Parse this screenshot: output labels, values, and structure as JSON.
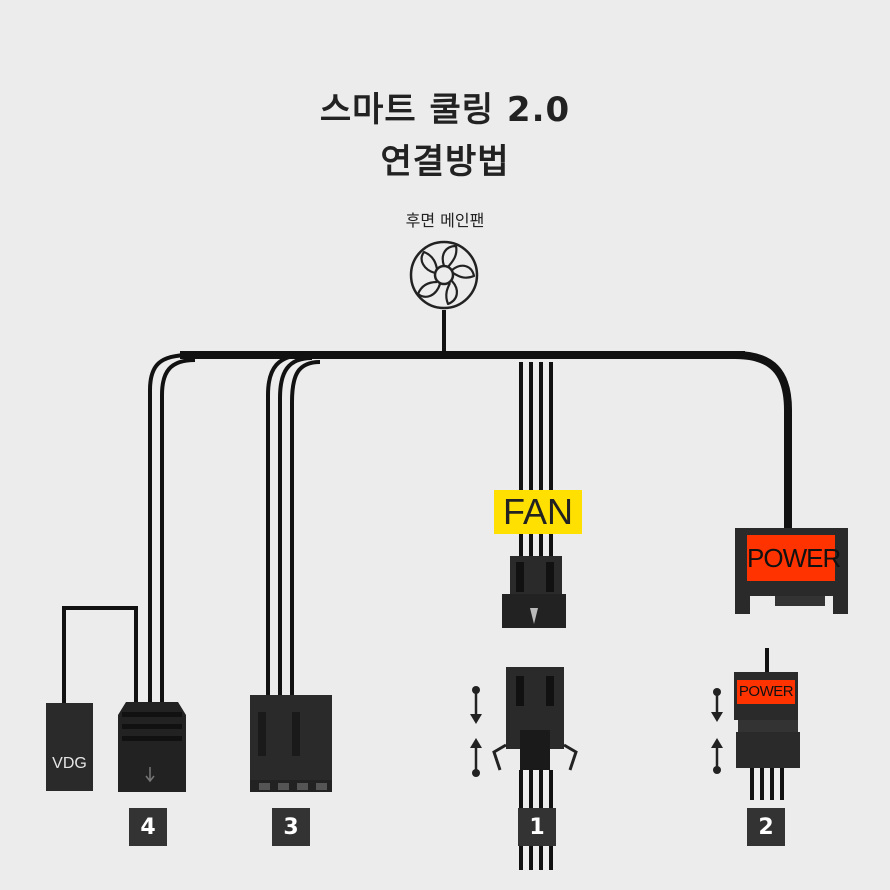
{
  "title": {
    "line1": "스마트 쿨링 2.0",
    "line2": "연결방법"
  },
  "fan": {
    "caption": "후면 메인팬"
  },
  "connectors": {
    "fan_label": "FAN",
    "power_label": "POWER",
    "power_small_label": "POWER",
    "vdg_label": "VDG"
  },
  "badges": [
    "4",
    "3",
    "1",
    "2"
  ],
  "colors": {
    "background": "#ececec",
    "cable": "#111111",
    "fan_highlight": "#ffe000",
    "power_highlight": "#ff3300",
    "badge": "#333333"
  }
}
